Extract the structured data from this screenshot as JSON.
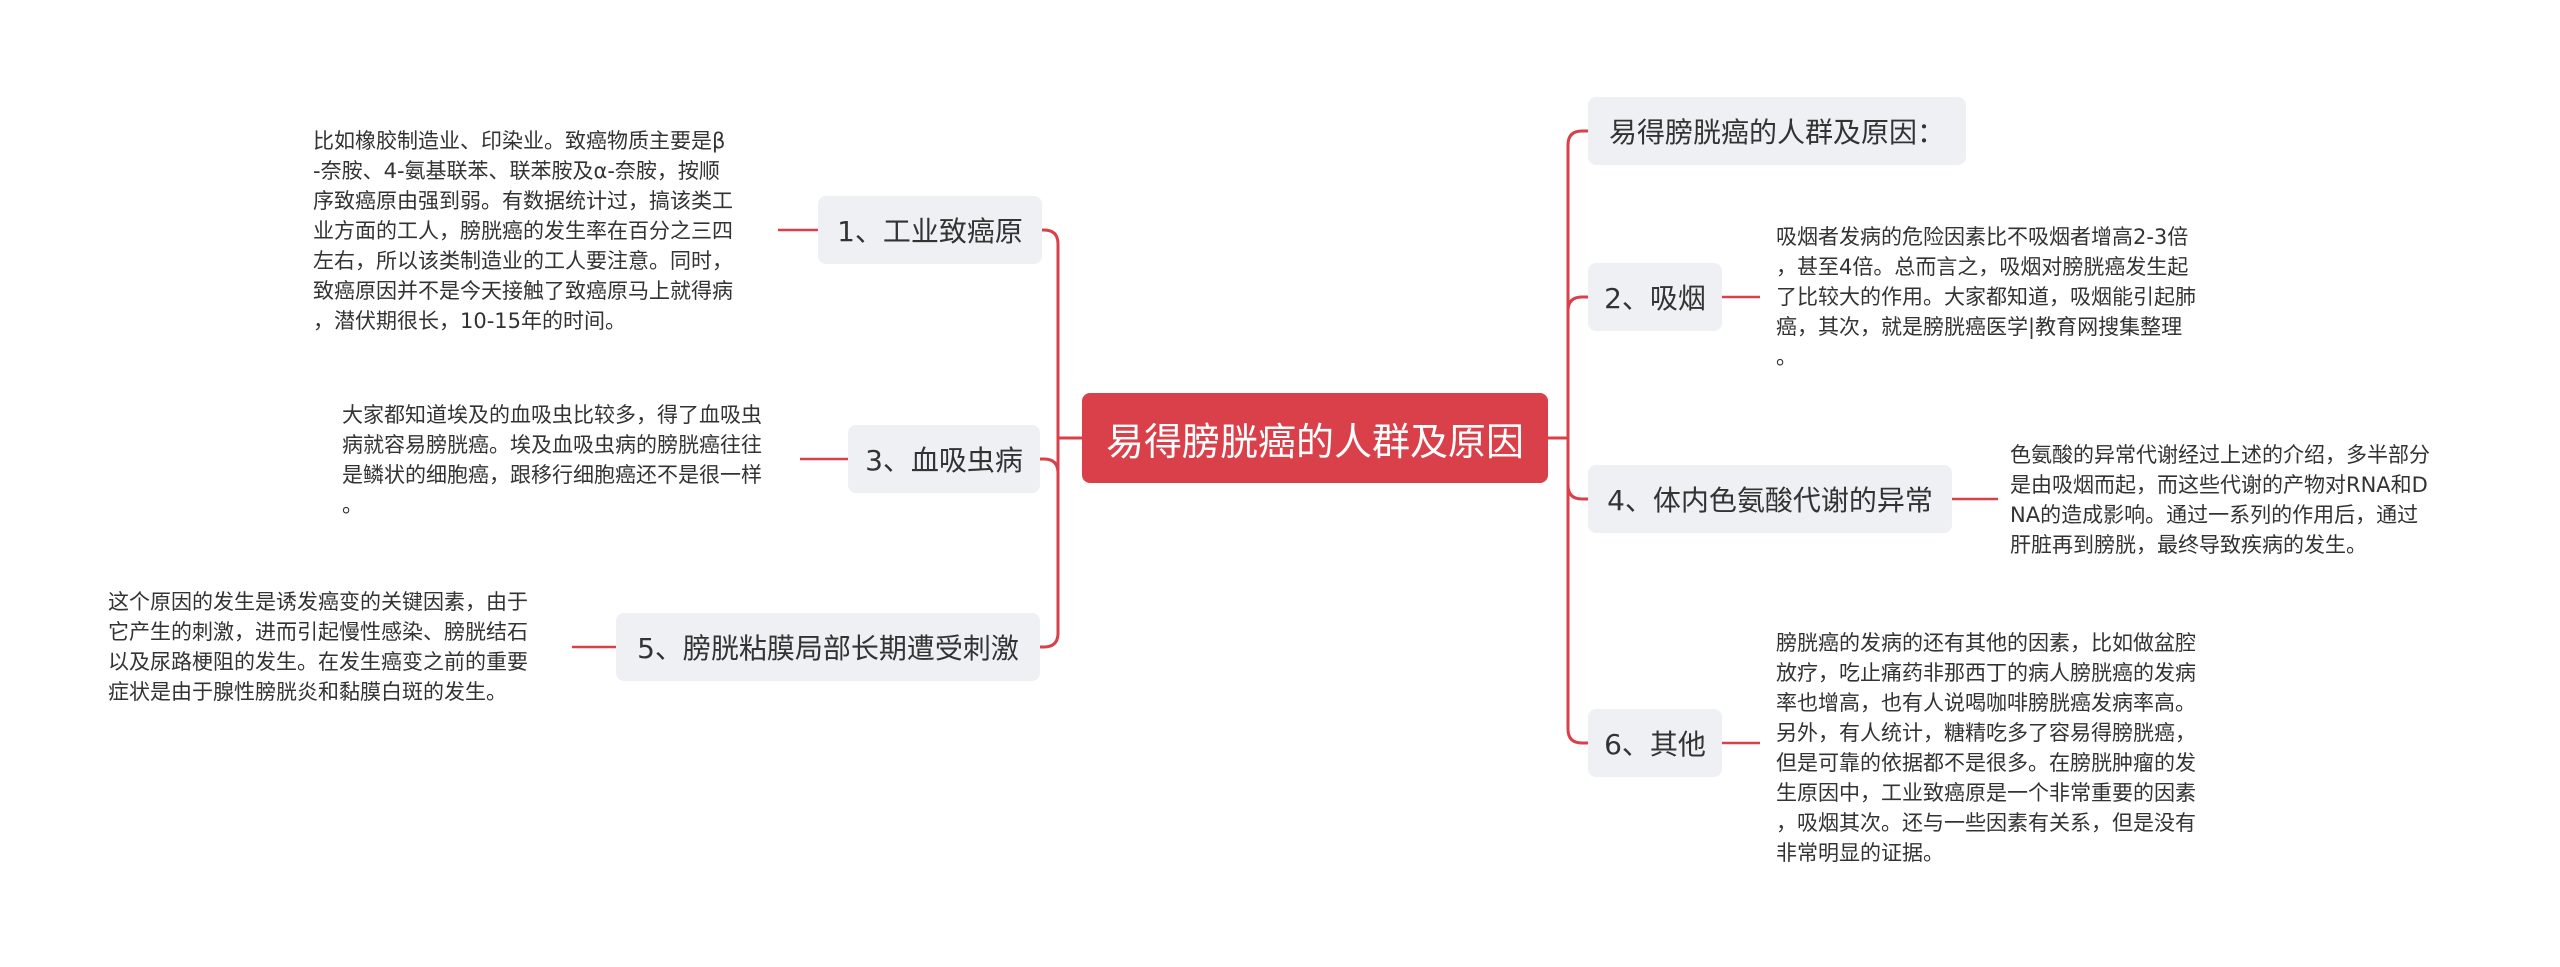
{
  "theme": {
    "accent": "#d9404a",
    "branch_bg": "#eef0f3",
    "text": "#333333"
  },
  "root": {
    "label": "易得膀胱癌的人群及原因"
  },
  "left": [
    {
      "label": "1、工业致癌原",
      "detail": "比如橡胶制造业、印染业。致癌物质主要是β\n-奈胺、4-氨基联苯、联苯胺及α-奈胺，按顺\n序致癌原由强到弱。有数据统计过，搞该类工\n业方面的工人，膀胱癌的发生率在百分之三四\n左右，所以该类制造业的工人要注意。同时，\n致癌原因并不是今天接触了致癌原马上就得病\n，潜伏期很长，10-15年的时间。"
    },
    {
      "label": "3、血吸虫病",
      "detail": "大家都知道埃及的血吸虫比较多，得了血吸虫\n病就容易膀胱癌。埃及血吸虫病的膀胱癌往往\n是鳞状的细胞癌，跟移行细胞癌还不是很一样\n。"
    },
    {
      "label": "5、膀胱粘膜局部长期遭受刺激",
      "detail": "这个原因的发生是诱发癌变的关键因素，由于\n它产生的刺激，进而引起慢性感染、膀胱结石\n以及尿路梗阻的发生。在发生癌变之前的重要\n症状是由于腺性膀胱炎和黏膜白斑的发生。"
    }
  ],
  "right": [
    {
      "label": "易得膀胱癌的人群及原因：",
      "detail": ""
    },
    {
      "label": "2、吸烟",
      "detail": "吸烟者发病的危险因素比不吸烟者增高2-3倍\n，甚至4倍。总而言之，吸烟对膀胱癌发生起\n了比较大的作用。大家都知道，吸烟能引起肺\n癌，其次，就是膀胱癌医学|教育网搜集整理\n。"
    },
    {
      "label": "4、体内色氨酸代谢的异常",
      "detail": "色氨酸的异常代谢经过上述的介绍，多半部分\n是由吸烟而起，而这些代谢的产物对RNA和D\nNA的造成影响。通过一系列的作用后，通过\n肝脏再到膀胱，最终导致疾病的发生。"
    },
    {
      "label": "6、其他",
      "detail": "膀胱癌的发病的还有其他的因素，比如做盆腔\n放疗，吃止痛药非那西丁的病人膀胱癌的发病\n率也增高，也有人说喝咖啡膀胱癌发病率高。\n另外，有人统计，糖精吃多了容易得膀胱癌，\n但是可靠的依据都不是很多。在膀胱肿瘤的发\n生原因中，工业致癌原是一个非常重要的因素\n，吸烟其次。还与一些因素有关系，但是没有\n非常明显的证据。"
    }
  ]
}
